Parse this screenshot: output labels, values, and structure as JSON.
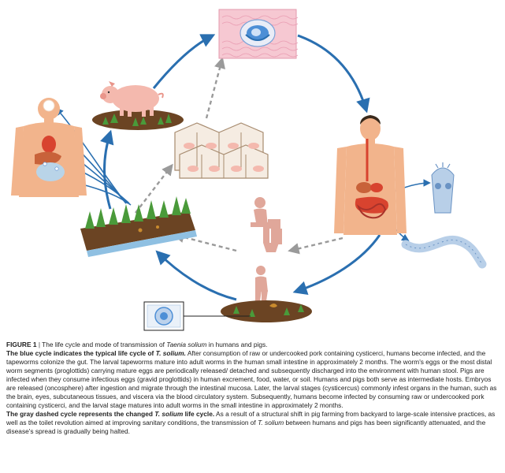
{
  "figure": {
    "label": "FIGURE 1",
    "separator": "|",
    "title_prefix": "The life cycle and mode of transmission of ",
    "title_species": "Taenia solium",
    "title_suffix": " in humans and pigs.",
    "blue_heading_prefix": "The blue cycle indicates the typical life cycle of ",
    "blue_heading_species": "T. solium.",
    "blue_text": " After consumption of raw or undercooked pork containing cysticerci, humans become infected, and the tapeworms colonize the gut. The larval tapeworms mature into adult worms in the human small intestine in approximately 2 months. The worm's eggs or the most distal worm segments (proglottids) carrying mature eggs are periodically released/ detached and subsequently discharged into the environment with human stool. Pigs are infected when they consume infectious eggs (gravid proglottids) in human excrement, food, water, or soil. Humans and pigs both serve as intermediate hosts. Embryos are released (oncosphere) after ingestion and migrate through the intestinal mucosa. Later, the larval stages (cysticercus) commonly infest organs in the human, such as the brain, eyes, subcutaneous tissues, and viscera via the blood circulatory system. Subsequently, humans become infected by consuming raw or undercooked pork containing cysticerci, and the larval stage matures into adult worms in the small intestine in approximately 2 months.",
    "gray_heading_prefix": "The gray dashed cycle represents the changed ",
    "gray_heading_species": "T. solium",
    "gray_heading_suffix": " life cycle.",
    "gray_text_a": " As a result of a structural shift in pig farming from backyard to large-scale intensive practices, as well as the toilet revolution aimed at improving sanitary conditions, the transmission of ",
    "gray_text_species": "T. solium",
    "gray_text_b": " between humans and pigs has been significantly attenuated, and the disease's spread is gradually being halted."
  },
  "colors": {
    "blue_cycle": "#2a6fb0",
    "gray_cycle": "#9a9a9a",
    "skin": "#f2b48c",
    "pig": "#f4b9ae",
    "soil": "#6b4423",
    "plant": "#4a9a3a",
    "toilet_figure": "#e0a79a"
  },
  "icons": [
    "pork-tissue-icon",
    "pig-icon",
    "pig-farm-icon",
    "infected-human-icon",
    "human-with-intestine-icon",
    "scolex-icon",
    "tapeworm-icon",
    "toilet-icon",
    "defecating-human-icon",
    "egg-micrograph-icon",
    "contaminated-field-icon"
  ]
}
